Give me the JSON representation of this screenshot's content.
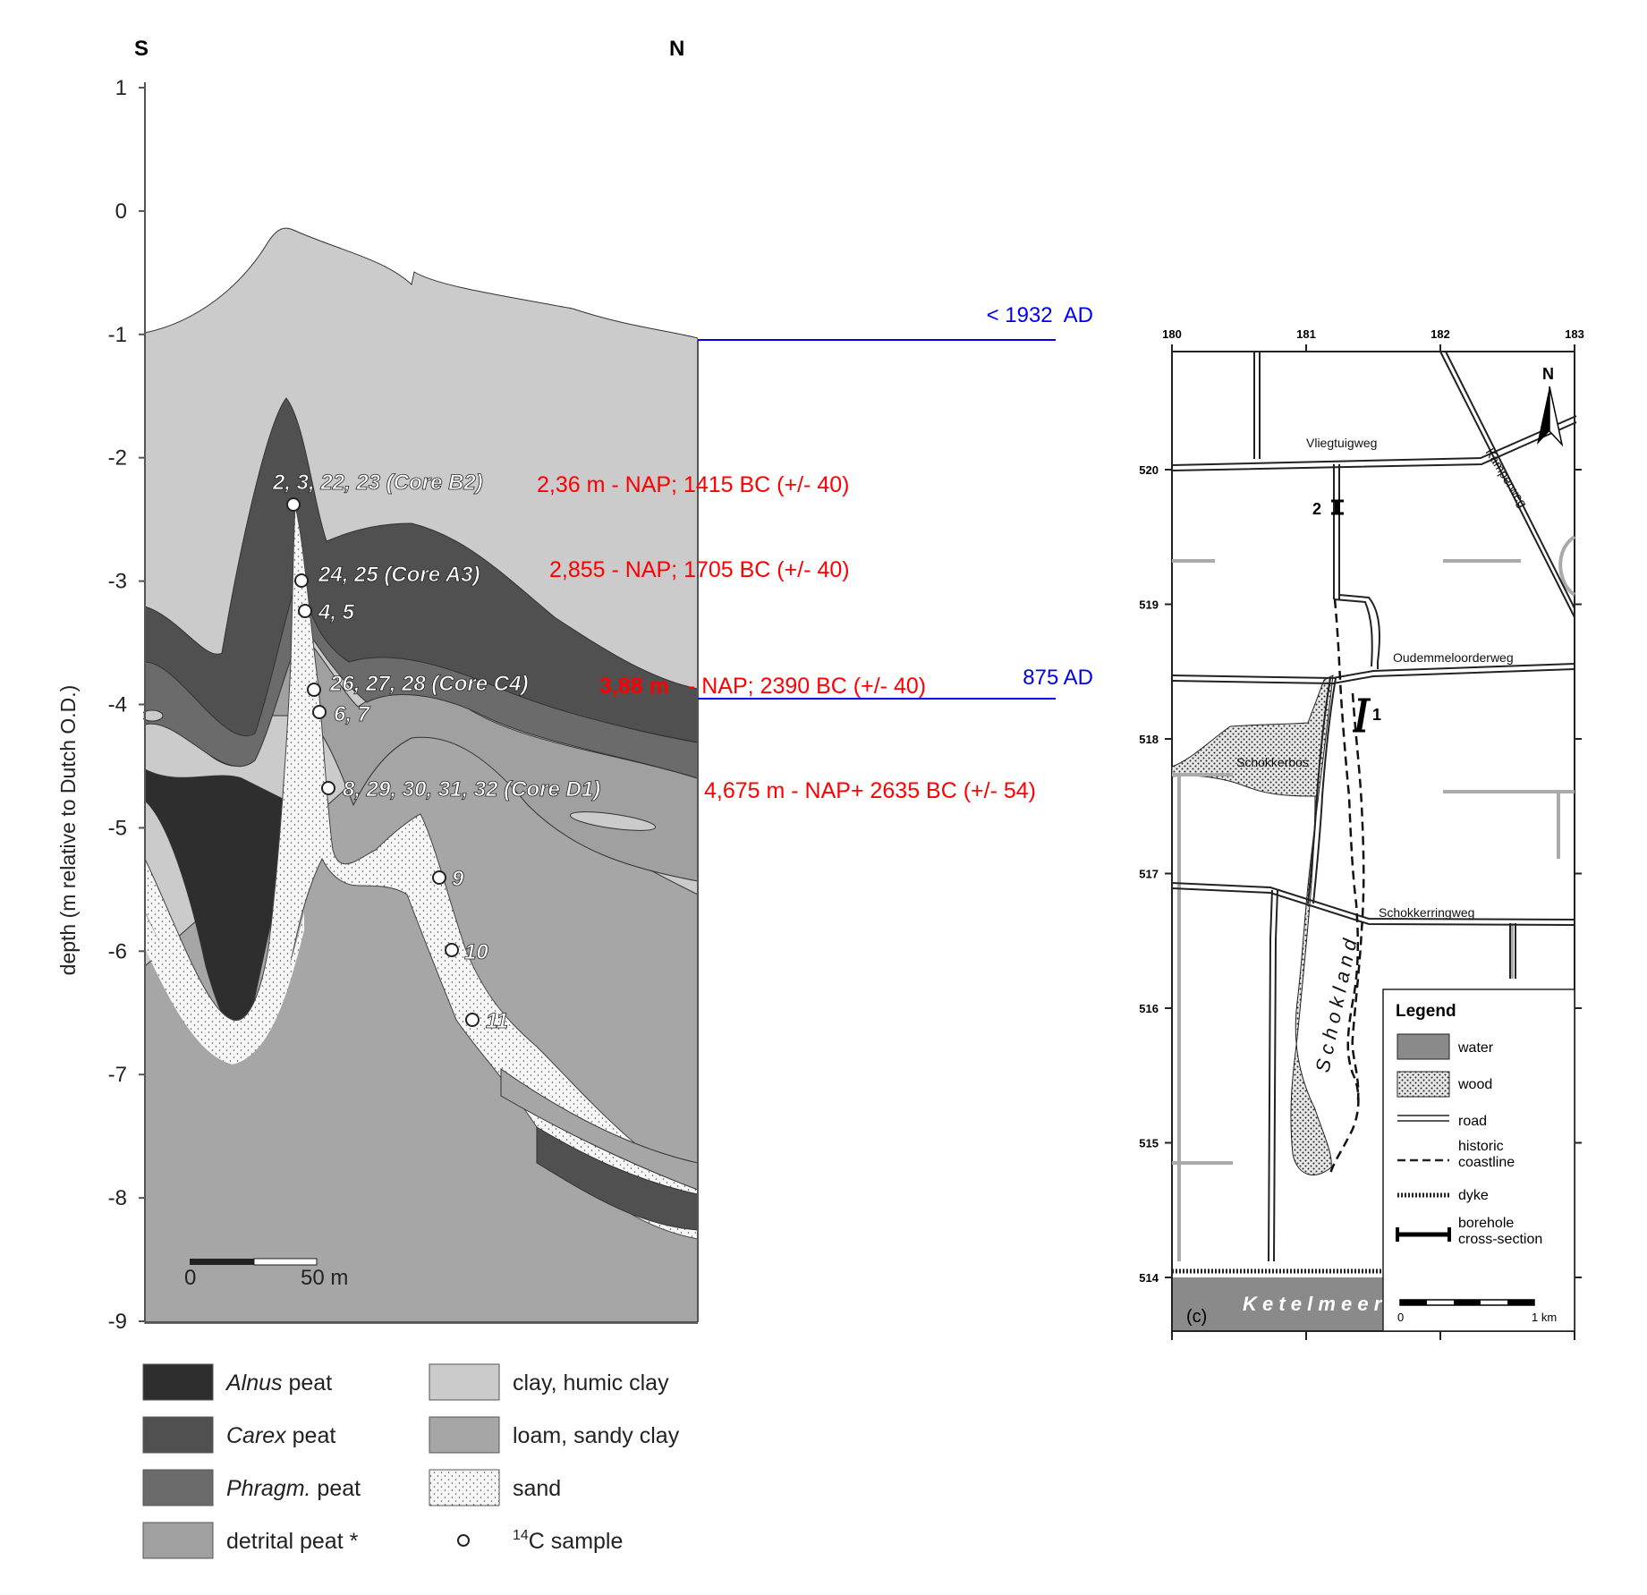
{
  "cross_section": {
    "direction_left": "S",
    "direction_right": "N",
    "ylabel": "depth (m relative to Dutch O.D.)",
    "y_ticks": [
      "1",
      "0",
      "-1",
      "-2",
      "-3",
      "-4",
      "-5",
      "-6",
      "-7",
      "-8",
      "-9"
    ],
    "scale_start": "0",
    "scale_end": "50 m",
    "sample_labels": [
      "2, 3, 22, 23 (Core B2)",
      "24, 25 (Core A3)",
      "4, 5",
      "26, 27, 28 (Core C4)",
      "6, 7",
      "8, 29, 30, 31, 32 (Core D1)",
      "9",
      "10",
      "11"
    ],
    "date_annotations": [
      "2,36 m - NAP; 1415 BC (+/- 40)",
      "2,855 - NAP; 1705 BC (+/- 40)",
      "3,88 m",
      "- NAP; 2390 BC (+/- 40)",
      "4,675 m - NAP+ 2635 BC (+/- 54)"
    ],
    "level_lines": [
      "< 1932  AD",
      "875 AD"
    ],
    "legend": [
      {
        "label_em": "Alnus",
        "label": " peat",
        "color": "#2e2e2e"
      },
      {
        "label_em": "Carex",
        "label": " peat",
        "color": "#505050"
      },
      {
        "label_em": "Phragm.",
        "label": " peat",
        "color": "#6b6b6b"
      },
      {
        "label_em": "",
        "label": "detrital peat *",
        "color": "#a0a0a0"
      },
      {
        "label_em": "",
        "label": "clay, humic clay",
        "color": "#cbcbcb"
      },
      {
        "label_em": "",
        "label": "loam, sandy clay",
        "color": "#a6a6a6"
      },
      {
        "label_em": "",
        "label": "sand",
        "color": "#f4f4f4"
      },
      {
        "label_em": "",
        "label_sup": "14",
        "label": "C sample",
        "color": "#ffffff"
      }
    ],
    "colors": {
      "annotation_red": "#ff0000",
      "annotation_blue": "#0000ee"
    }
  },
  "map": {
    "x_ticks": [
      "180",
      "181",
      "182",
      "183"
    ],
    "y_ticks": [
      "520",
      "519",
      "518",
      "517",
      "516",
      "515",
      "514"
    ],
    "north": "N",
    "places": [
      "Vliegtuigweg",
      "Kamperweg",
      "Oudemmeloorderweg",
      "Schokkerbos",
      "Schokkerringweg",
      "S c h o k l a n d",
      "K e t e l m e e r"
    ],
    "boreholes": [
      "2",
      "1"
    ],
    "panel_label": "(c)",
    "legend_title": "Legend",
    "legend": [
      "water",
      "wood",
      "road",
      "historic coastline",
      "dyke",
      "borehole cross-section"
    ],
    "scale_start": "0",
    "scale_end": "1 km"
  }
}
